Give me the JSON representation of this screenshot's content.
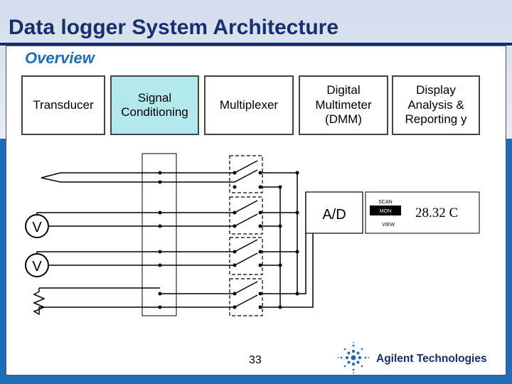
{
  "header": {
    "title": "Data logger System Architecture",
    "subtitle": "Overview"
  },
  "blocks": [
    {
      "id": "transducer",
      "label": "Transducer"
    },
    {
      "id": "signal",
      "label": "Signal\nConditioning"
    },
    {
      "id": "mux",
      "label": "Multiplexer"
    },
    {
      "id": "dmm",
      "label": "Digital\nMultimeter\n(DMM)"
    },
    {
      "id": "display",
      "label": "Display\nAnalysis &\nReporting y"
    }
  ],
  "diagram": {
    "adc_label": "A/D",
    "display_reading": "28.32 C",
    "front_panel": {
      "scan": "SCAN",
      "mon": "MON",
      "view": "VIEW"
    },
    "transducer_symbols": [
      "V",
      "V"
    ]
  },
  "footer": {
    "page_number": "33",
    "company": "Agilent Technologies"
  },
  "colors": {
    "title": "#15306e",
    "accent": "#1e6cb8",
    "signal_block": "#b3e8ec"
  },
  "icons": [
    "thermocouple-icon",
    "voltage-source-icon",
    "resistor-icon",
    "switch-icon",
    "agilent-spark-logo-icon"
  ]
}
